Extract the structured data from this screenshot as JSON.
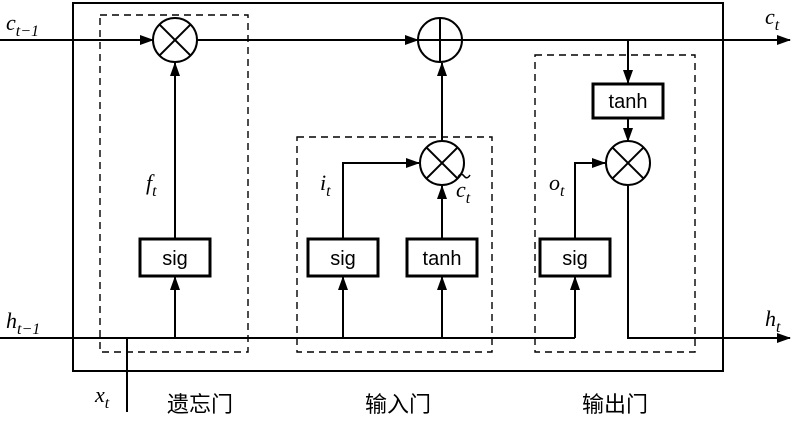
{
  "inputs": {
    "c_prev": {
      "base": "c",
      "sub": "t−1"
    },
    "h_prev": {
      "base": "h",
      "sub": "t−1"
    },
    "x": {
      "base": "x",
      "sub": "t"
    }
  },
  "outputs": {
    "c_out": {
      "base": "c",
      "sub": "t"
    },
    "h_out": {
      "base": "h",
      "sub": "t"
    }
  },
  "signals": {
    "f": {
      "base": "f",
      "sub": "t"
    },
    "i": {
      "base": "i",
      "sub": "t"
    },
    "c_tilde": {
      "base": "c",
      "sub": "t"
    },
    "o": {
      "base": "o",
      "sub": "t"
    }
  },
  "blocks": {
    "forget_sig": "sig",
    "input_sig": "sig",
    "input_tanh": "tanh",
    "output_tanh": "tanh",
    "output_sig": "sig"
  },
  "gates": {
    "forget": "遗忘门",
    "input": "输入门",
    "output": "输出门"
  }
}
